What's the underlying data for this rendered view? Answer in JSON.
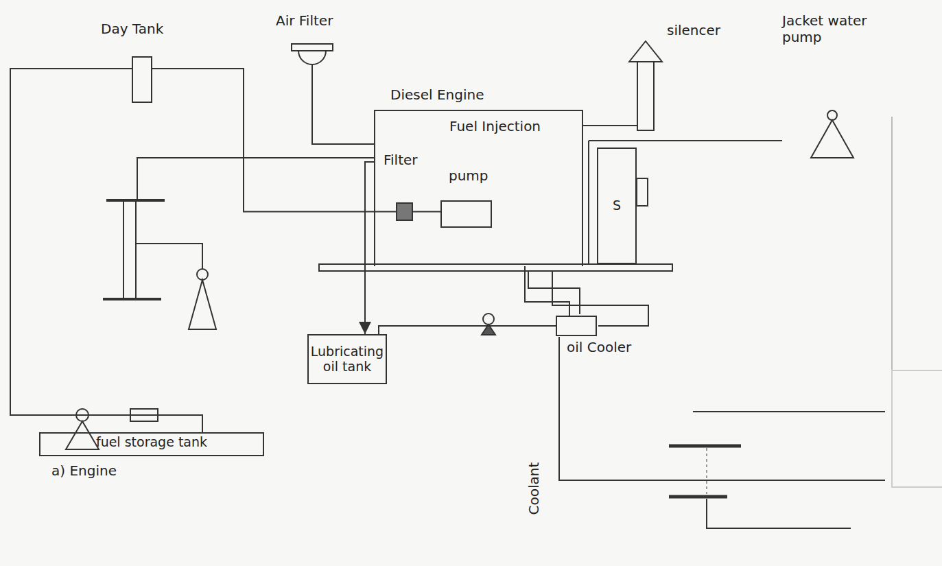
{
  "diagram": {
    "nodes": [
      {
        "text": [
          "Day Tank"
        ]
      },
      {
        "text": [
          "Diesel Engine"
        ]
      },
      {
        "text": [
          "Filter"
        ],
        "in": 1
      },
      {
        "text": [
          "pump"
        ],
        "in": 1
      },
      {
        "text": [
          "S"
        ]
      },
      {
        "text": [
          "oil Cooler"
        ]
      },
      {
        "text": [
          "Lubricating oil tank"
        ]
      },
      {
        "text": [
          "fuel storage tank"
        ]
      }
    ],
    "edges": [
      {
        "from": 7,
        "to": 0,
        "arrow": "none"
      },
      {
        "from": 0,
        "to": 2,
        "arrow": "none"
      },
      {
        "from": 2,
        "to": 3,
        "arrow": "none"
      },
      {
        "from": 1,
        "to": 6,
        "arrow": "to"
      },
      {
        "from": 6,
        "to": 5,
        "arrow": "none"
      },
      {
        "from": 5,
        "to": 1,
        "arrow": "none"
      }
    ],
    "labels": [
      "Air Filter",
      "silencer",
      "Jacket water pump",
      "Fuel Injection",
      "Coolant",
      "a) Engine"
    ]
  }
}
